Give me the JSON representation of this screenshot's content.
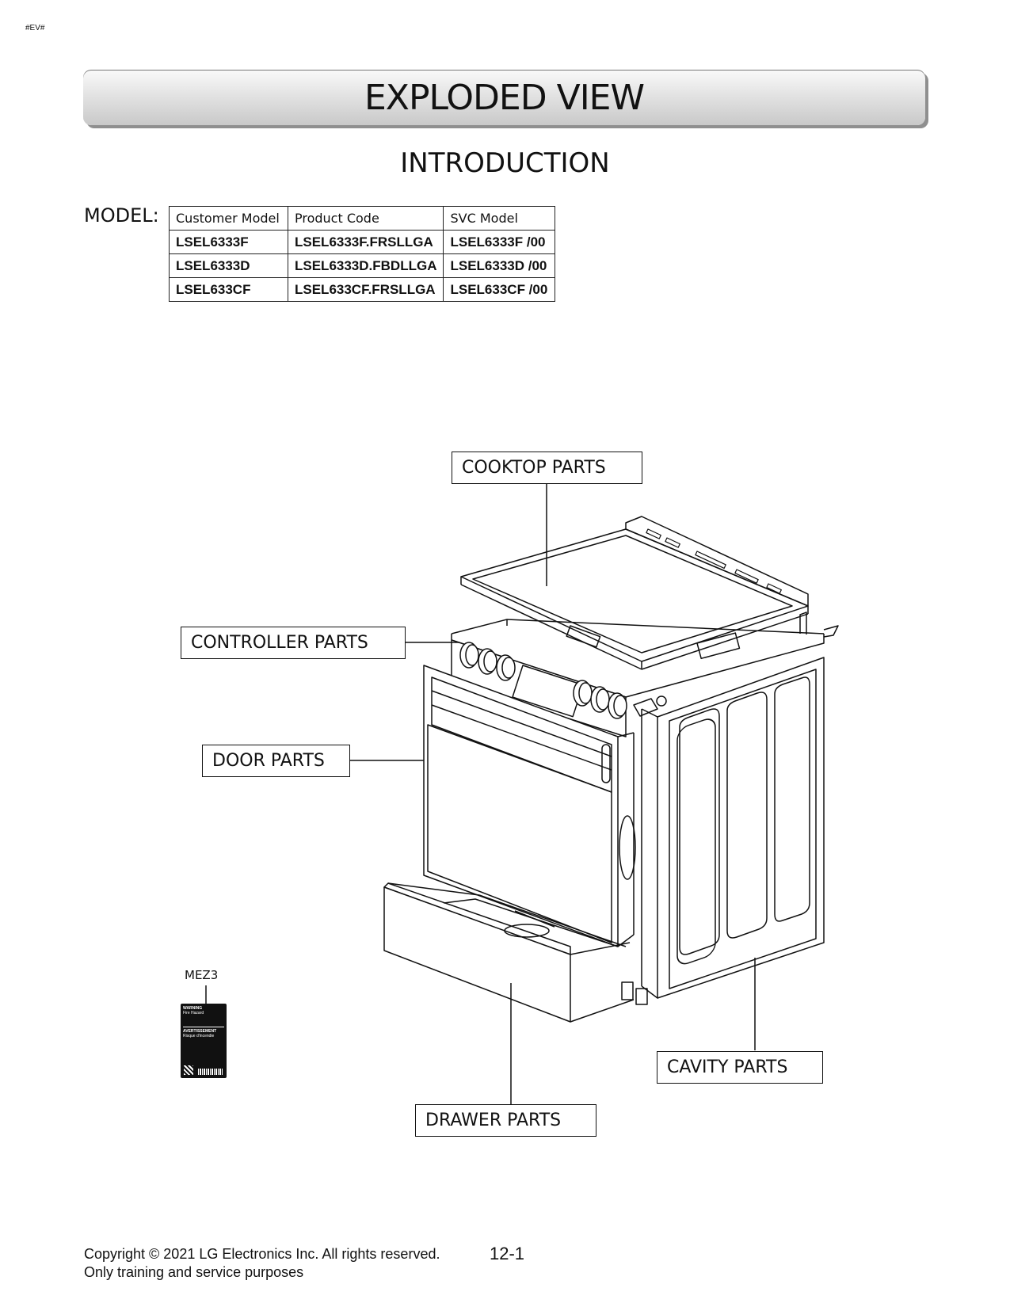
{
  "page_tag": "#EV#",
  "banner_title": "EXPLODED VIEW",
  "section_title": "INTRODUCTION",
  "model_label": "MODEL:",
  "model_table": {
    "headers": [
      "Customer Model",
      "Product Code",
      "SVC Model"
    ],
    "rows": [
      [
        "LSEL6333F",
        "LSEL6333F.FRSLLGA",
        "LSEL6333F  /00"
      ],
      [
        "LSEL6333D",
        "LSEL6333D.FBDLLGA",
        "LSEL6333D  /00"
      ],
      [
        "LSEL633CF",
        "LSEL633CF.FRSLLGA",
        "LSEL633CF /00"
      ]
    ]
  },
  "callouts": {
    "cooktop": "COOKTOP PARTS",
    "controller": "CONTROLLER PARTS",
    "door": "DOOR PARTS",
    "cavity": "CAVITY PARTS",
    "drawer": "DRAWER PARTS"
  },
  "label_part": "MEZ3",
  "warning_label_text": {
    "line1": "WARNING",
    "line2": "Fire Hazard",
    "line3": "AVERTISSEMENT",
    "line4": "Risque d'incendie"
  },
  "footer": {
    "copyright": "Copyright © 2021 LG Electronics Inc. All rights reserved.",
    "purpose": "Only training and service purposes",
    "page_number": "12-1"
  }
}
